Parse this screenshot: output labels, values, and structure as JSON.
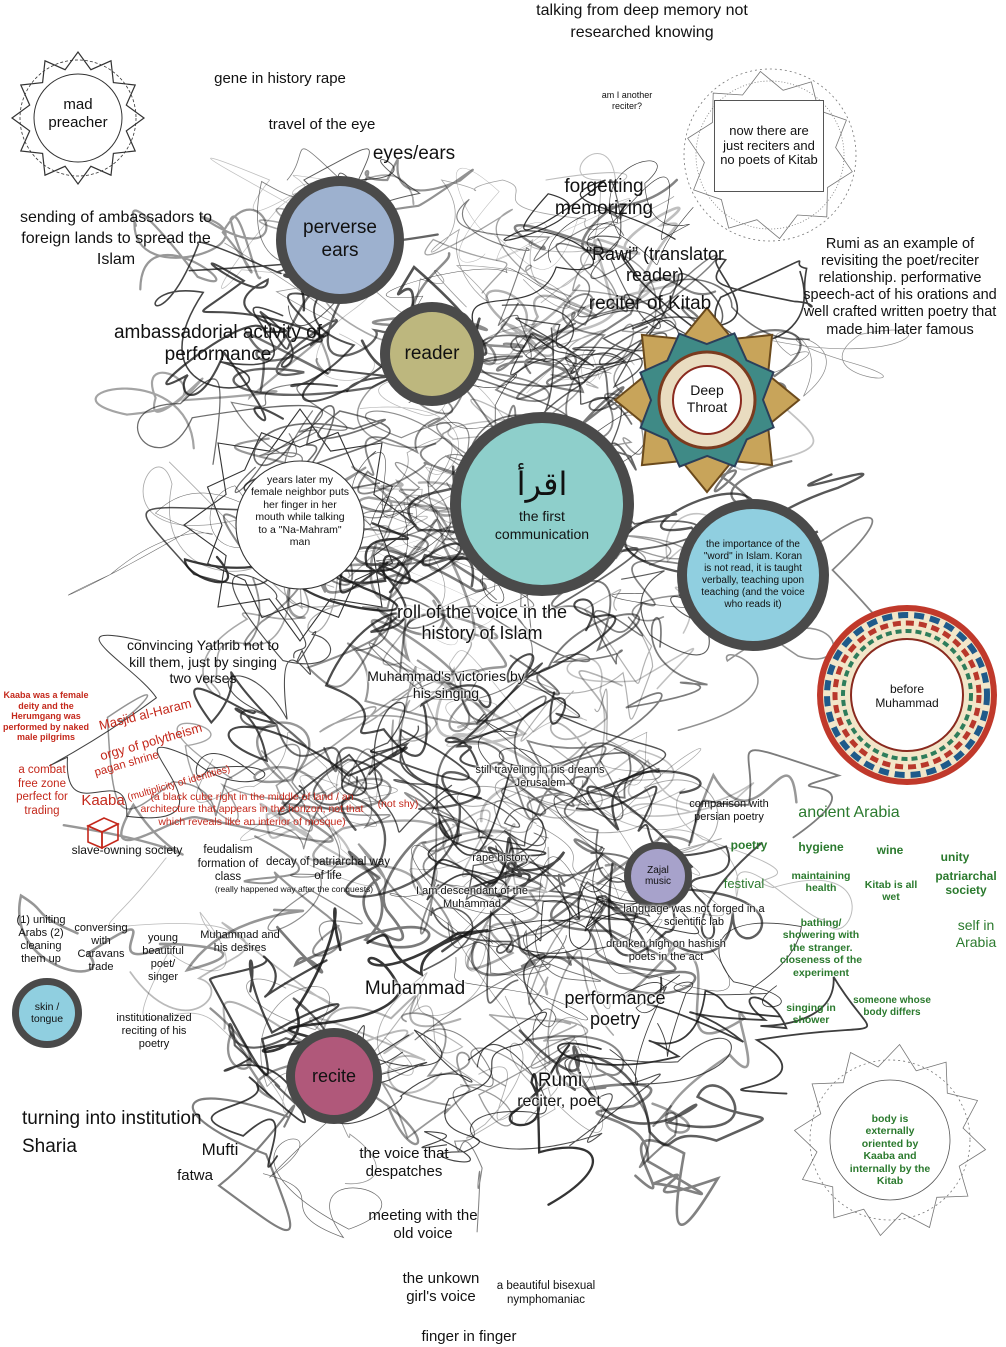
{
  "colors": {
    "circle_border": "#4a4a4a",
    "blue": "#9db1cf",
    "olive": "#bdb77e",
    "teal": "#8ecfcb",
    "lightblue": "#90cfe0",
    "lavender": "#a7a2cb",
    "maroon": "#b0587a",
    "red_text": "#c4281b",
    "green_text": "#2b7a2e"
  },
  "circles": {
    "perverse_ears": "perverse ears",
    "reader": "reader",
    "iqra_arabic": "اقرأ",
    "first_communication": "the first communication",
    "word_in_islam": "the importance of the \"word\" in Islam. Koran is not read, it is taught verbally, teaching upon teaching (and the voice who reads it)",
    "zajal": "Zajal music",
    "skin_tongue": "skin / tongue",
    "recite": "recite"
  },
  "ornaments": {
    "mad_preacher": "mad preacher",
    "reciters_box": "now there are just reciters and no poets of Kitab",
    "deep_throat": "Deep Throat",
    "female_neighbor": "years later my female neighbor puts her finger in her mouth while talking to a \"Na-Mahram\" man",
    "before_muhammad": "before Muhammad",
    "body_oriented": "body is externally oriented by Kaaba and internally by the Kitab"
  },
  "labels": {
    "deep_memory": "talking from deep memory not researched knowing",
    "gene_history": "gene in history rape",
    "travel_eye": "travel of the eye",
    "eyes_ears": "eyes/ears",
    "another_reciter": "am I another reciter?",
    "forgetting": "forgetting memorizing",
    "sending_ambassadors": "sending of ambassadors to foreign lands to spread the Islam",
    "rawi": "“Rawi” (translator reader)",
    "reciter_kitab": "reciter of Kitab",
    "rumi_example": "Rumi as an example of revisiting the poet/reciter relationship. performative speech-act of his orations and well crafted written poetry that made him later famous",
    "ambassadorial": "ambassadorial activity of performance",
    "roll_voice": "roll of the voice in the history of Islam",
    "convincing_yathrib": "convincing Yathrib not to kill them, just by singing two verses",
    "victories": "Muhammad's victories by his singing",
    "still_traveling": "still traveling in his dreams Jerusalem",
    "comparison": "comparison with persian poetry",
    "slave_owning": "slave-owning society",
    "feudalism": "feudalism formation of class",
    "decay": "decay of patriarchal way of life",
    "really_happened": "(really happened way after the conquests)",
    "rape_history": "rape history",
    "descendant": "I am descendant of the Muhammad",
    "language_not_forged": "language was not forged in a scientific lab",
    "drunken": "drunken high on hashish poets in the act",
    "uniting": "(1) uniting Arabs (2) cleaning them up",
    "conversing": "conversing with Caravans trade",
    "young_poet": "young beautiful poet/ singer",
    "muhammad_desires": "Muhammad and his desires",
    "muhammad": "Muhammad",
    "performance_poetry": "performance poetry",
    "institutionalized": "institutionalized reciting of his poetry",
    "rumi": "Rumi",
    "reciter_poet": "reciter, poet",
    "turning_institution": "turning into institution",
    "sharia": "Sharia",
    "mufti": "Mufti",
    "fatwa": "fatwa",
    "voice_despatches": "the voice that despatches",
    "meeting_old_voice": "meeting with the old voice",
    "unknown_girl": "the unkown girl's voice",
    "bisexual": "a beautiful bisexual nymphomaniac",
    "finger_in_finger": "finger in finger"
  },
  "red_labels": {
    "kaaba_female": "Kaaba was a female deity and the Herumgang was performed by naked male pilgrims",
    "masjid": "Masjid al-Haram",
    "orgy": "orgy of polytheism",
    "pagan_shrine": "pagan shrine",
    "multiplicity": "(multiplicity of identities)",
    "combat_zone": "a combat free zone perfect for trading",
    "kaaba": "Kaaba",
    "black_cube": "(a black cube right in the middle of land / an architecture that appears in the horizon, not that which reveals like an interior of mosque)",
    "not_shy": "(not shy)"
  },
  "green_labels": {
    "ancient_arabia": "ancient Arabia",
    "poetry": "poetry",
    "hygiene": "hygiene",
    "wine": "wine",
    "unity": "unity",
    "patriarchal": "patriarchal society",
    "festival": "festival",
    "maintaining_health": "maintaining health",
    "kitab_wet": "Kitab is all wet",
    "self_arabia": "self in Arabia",
    "bathing": "bathing/ showering with the stranger. closeness of the experiment",
    "singing_shower": "singing in shower",
    "someone_body": "someone whose body differs"
  }
}
